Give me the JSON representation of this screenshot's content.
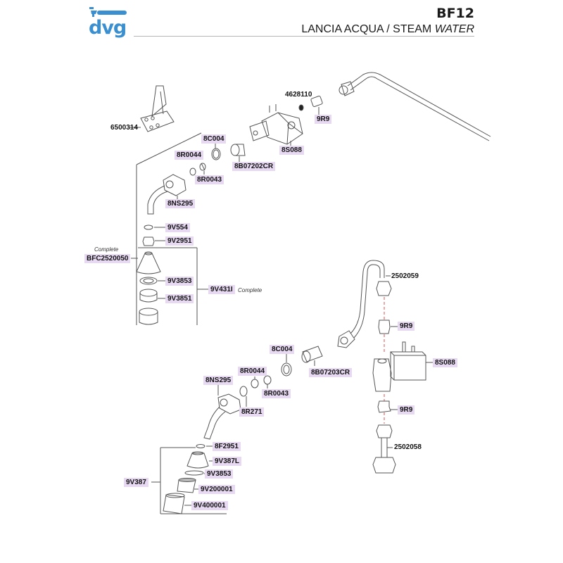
{
  "header": {
    "logo_text": "dvg",
    "code": "BF12",
    "subtitle_main": "LANCIA ACQUA / ",
    "subtitle_steam": "STEAM ",
    "subtitle_water": "WATER"
  },
  "colors": {
    "brand": "#3a8fd0",
    "label_highlight": "#e7d9f2",
    "dashed_axis": "#d9534f"
  },
  "labels": {
    "bracket_top": "6500314",
    "oring_top": "4628110",
    "fitting_top": "9R9",
    "valve_top": "8S088",
    "washer_top": "8C004",
    "ring_top_a": "8R0044",
    "ring_top_b": "8R0043",
    "connector_top": "8B07202CR",
    "nut_top": "8NS295",
    "oring_nozzle": "9V554",
    "nozzle_tip": "9V2951",
    "complete_note": "Complete",
    "complete_top": "BFC2520050",
    "seal_top": "9V3853",
    "filter_top": "9V3851",
    "assembly_top": "9V431I",
    "assembly_note": "Complete",
    "pipe_right": "2502059",
    "fitting_mid": "9R9",
    "valve_mid": "8S088",
    "washer_mid": "8C004",
    "connector_mid": "8B07203CR",
    "ring_mid_a": "8R0044",
    "ring_mid_b": "8R0043",
    "nut_mid": "8NS295",
    "ring_mid_c": "8R271",
    "fitting_low": "9R9",
    "pipe_low": "2502058",
    "oring_low": "8F2951",
    "cap_low": "9V387L",
    "seal_low": "9V3853",
    "filter_low": "9V200001",
    "sleeve_low": "9V400001",
    "assembly_low": "9V387"
  }
}
